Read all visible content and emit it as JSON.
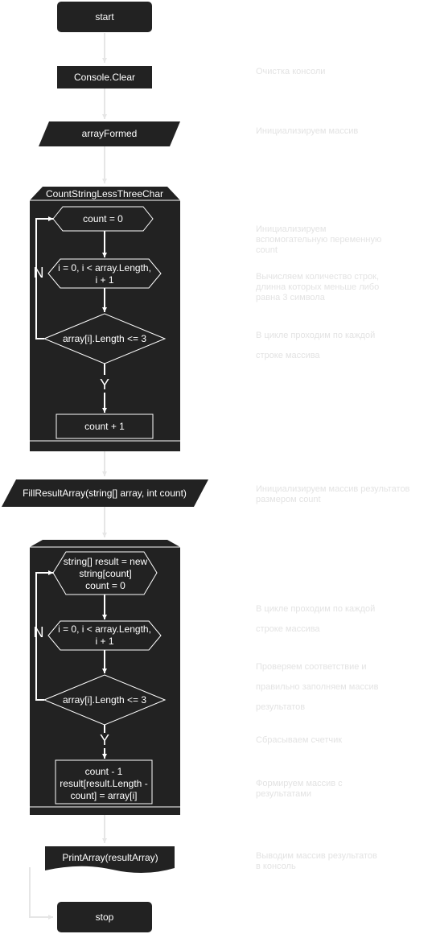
{
  "nodes": {
    "start": "start",
    "console_clear": "Console.Clear",
    "array_formed": "arrayFormed",
    "count_string_fn": "CountStringLessThreeChar",
    "count_init": "count = 0",
    "loop1_line1": "i = 0, i < array.Length,",
    "loop1_line2": "i + 1",
    "cond1": "array[i].Length <= 3",
    "count_inc": "count + 1",
    "fill_result": "FillResultArray(string[] array, int count)",
    "result_init_line1": "string[] result = new",
    "result_init_line2": "string[count]",
    "result_init_line3": "count = 0",
    "loop2_line1": "i = 0, i < array.Length,",
    "loop2_line2": "i + 1",
    "cond2": "array[i].Length <= 3",
    "assign_line1": "count - 1",
    "assign_line2": "result[result.Length -",
    "assign_line3": "count] = array[i]",
    "print_array": "PrintArray(resultArray)",
    "stop": "stop",
    "loop1_no": "N",
    "loop1_yes": "Y",
    "loop2_no": "N",
    "loop2_yes": "Y"
  },
  "notes": {
    "n1": "Очистка консоли",
    "n2": "Инициализируем массив",
    "n3_line1": "Инициализируем",
    "n3_line2": "вспомогательную переменную",
    "n3_line3": "count",
    "n4_line1": "Вычисляем количество строк,",
    "n4_line2": "длинна которых меньше либо",
    "n4_line3": "равна 3 символа",
    "n5_line1": "В цикле проходим по каждой",
    "n5_line2": "строке массива",
    "n6_line1": "Инициализируем массив результатов",
    "n6_line2": "размером count",
    "n7_line1": "В цикле проходим по каждой",
    "n7_line2": "строке массива",
    "n8_line1": "Проверяем соответствие и",
    "n8_line2": "правильно заполняем массив",
    "n8_line3": "результатов",
    "n9": "Сбрасываем счетчик",
    "n10_line1": "Формируем массив с",
    "n10_line2": "результатами",
    "n11_line1": "Выводим массив результатов",
    "n11_line2": "в консоль"
  },
  "colors": {
    "node_fill": "#222222",
    "node_stroke": "#ffffff",
    "connector": "#e6e6e6",
    "note_text": "#e3e3e3"
  }
}
